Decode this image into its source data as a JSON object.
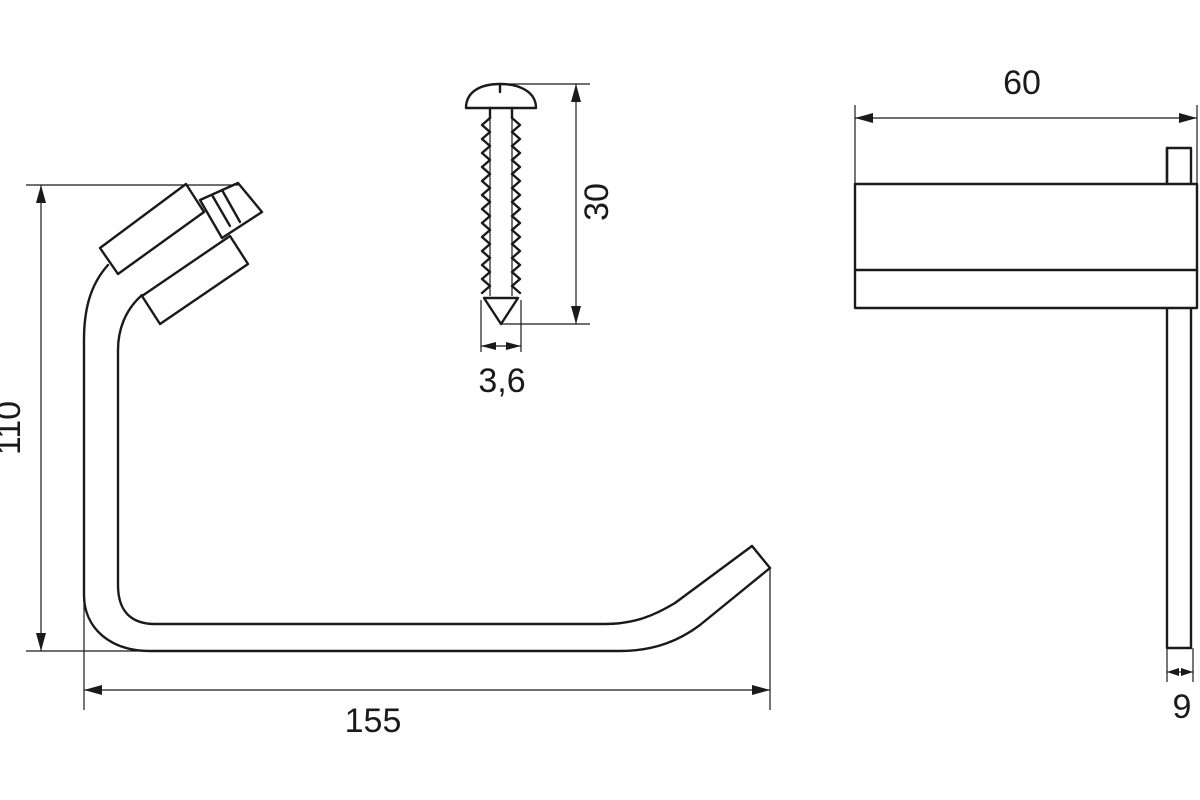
{
  "dimensions": {
    "height_holder": "110",
    "width_holder": "155",
    "screw_length": "30",
    "screw_diameter": "3,6",
    "depth_side": "60",
    "thickness_side": "9"
  },
  "colors": {
    "line": "#1a1a1a",
    "background": "#ffffff"
  }
}
